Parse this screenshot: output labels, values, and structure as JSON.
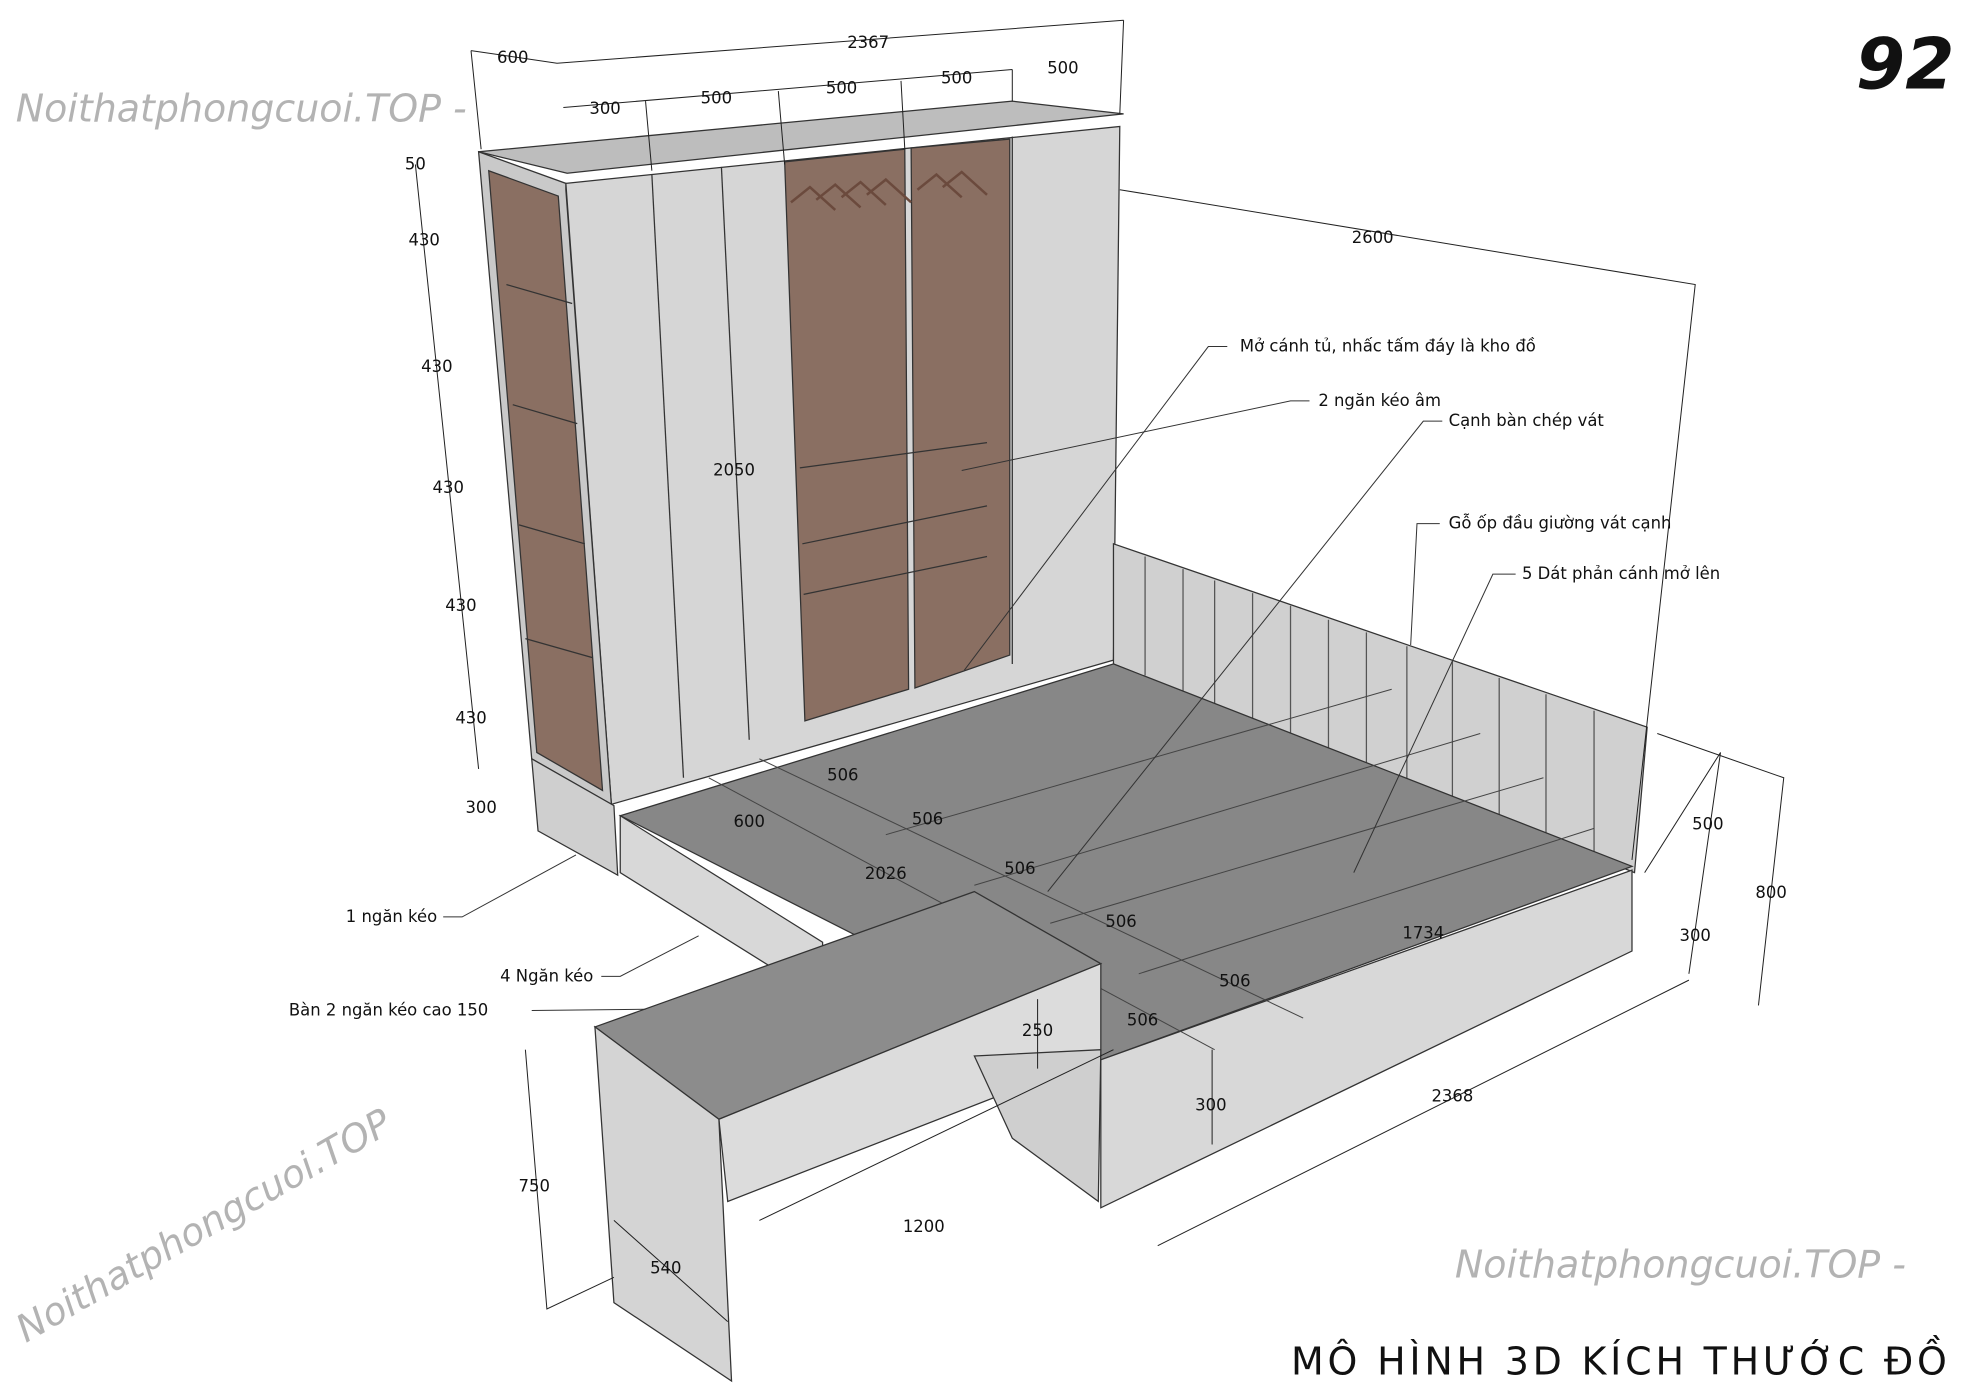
{
  "page_number": "92",
  "caption": "MÔ HÌNH 3D KÍCH THƯỚC ĐỒ",
  "watermark": "Noithatphongcuoi.TOP - Noithatphongcuoi.TOP - Noithatphongcuoi.TOP",
  "annotations": {
    "wardrobe_storage": "Mở cánh tủ, nhấc tấm đáy là kho đồ",
    "hidden_drawers": "2 ngăn kéo âm",
    "desk_edge": "Cạnh bàn chép vát",
    "headboard": "Gỗ ốp đầu giường vát cạnh",
    "bed_slats": "5 Dát phản cánh mở lên",
    "one_drawer": "1 ngăn kéo",
    "four_drawers": "4 Ngăn kéo",
    "desk": "Bàn 2 ngăn kéo cao 150"
  },
  "dimensions": [
    "600",
    "2367",
    "300",
    "500",
    "500",
    "500",
    "500",
    "50",
    "430",
    "430",
    "430",
    "430",
    "430",
    "300",
    "2050",
    "2600",
    "506",
    "600",
    "506",
    "2026",
    "506",
    "506",
    "1734",
    "506",
    "506",
    "250",
    "300",
    "2368",
    "500",
    "800",
    "300",
    "750",
    "1200",
    "540"
  ],
  "colors": {
    "glass": "#8a6f62",
    "panel": "#d6d6d6",
    "top": "#8c8c8c"
  }
}
